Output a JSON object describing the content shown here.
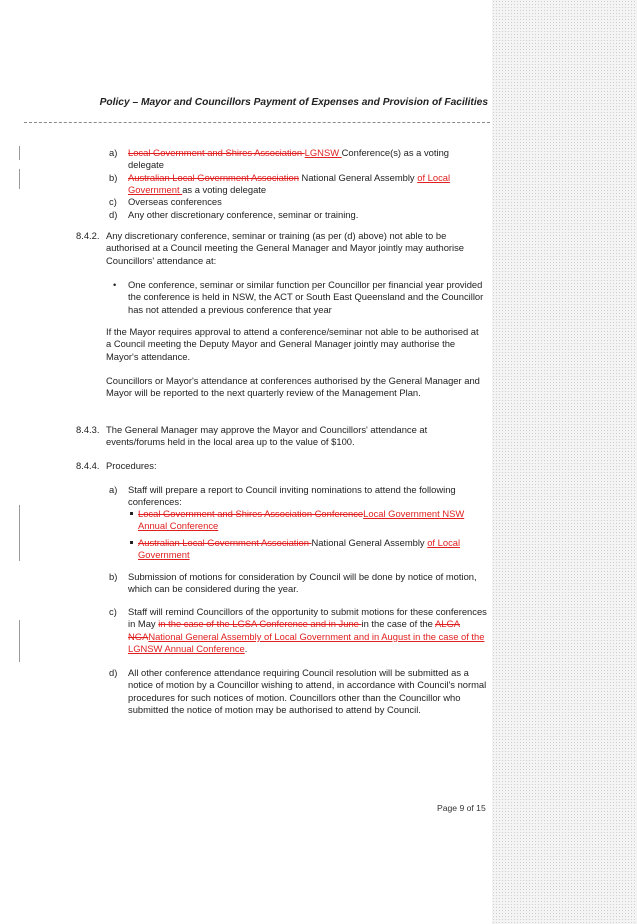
{
  "header": {
    "title": "Policy – Mayor and Councillors Payment of Expenses and Provision of Facilities"
  },
  "list1": {
    "a": {
      "label": "a)",
      "del": "Local Government and Shires Association ",
      "ins": "LGNSW ",
      "text": "Conference(s) as a voting delegate"
    },
    "b": {
      "label": "b)",
      "del": "Australian Local Government Association",
      "text1": " National General Assembly ",
      "ins": "of Local Government ",
      "text2": "as a voting delegate"
    },
    "c": {
      "label": "c)",
      "text": "Overseas conferences"
    },
    "d": {
      "label": "d)",
      "text": "Any other discretionary conference, seminar or training."
    }
  },
  "s842": {
    "num": "8.4.2.",
    "intro": "Any discretionary conference, seminar or training (as per (d) above) not able to be authorised at a Council meeting the General Manager and Mayor jointly may authorise Councillors' attendance at:",
    "bullet": "•",
    "bullet_text": "One conference, seminar or similar function per Councillor per financial year provided the conference is held in NSW, the ACT or South East Queensland and the Councillor has not attended a previous conference that year",
    "p2": "If the Mayor requires approval to attend a conference/seminar not able to be authorised at a Council meeting the Deputy Mayor and General Manager jointly may authorise the Mayor's attendance.",
    "p3": "Councillors or Mayor's attendance at conferences authorised by the General Manager and Mayor will be reported to the next quarterly review of the Management Plan."
  },
  "s843": {
    "num": "8.4.3.",
    "text": "The General Manager may approve the Mayor and Councillors' attendance at events/forums held in the local area up to the value of $100."
  },
  "s844": {
    "num": "8.4.4.",
    "title": "Procedures:",
    "a": {
      "label": "a)",
      "text": "Staff will prepare a report to Council inviting nominations to attend the following conferences:",
      "sub1_del": "Local Government and Shires Association Conference",
      "sub1_ins": "Local Government NSW Annual Conference",
      "sub2_del": "Australian Local Government Association ",
      "sub2_text": "National General Assembly ",
      "sub2_ins": "of Local Government"
    },
    "b": {
      "label": "b)",
      "text": "Submission of motions for consideration by Council will be done by notice of motion, which can be considered during the year."
    },
    "c": {
      "label": "c)",
      "text1": "Staff will remind Councillors of the opportunity to submit motions for these conferences in May ",
      "del1": "in the case of the LGSA Conference and in June ",
      "text2": "in the case of the ",
      "del2": "ALGA NGA",
      "ins": "National General Assembly of Local Government and in August in the case of the LGNSW Annual Conference",
      "text3": "."
    },
    "d": {
      "label": "d)",
      "text": "All other conference attendance requiring Council resolution will be submitted as a notice of motion by a Councillor wishing to attend, in accordance with Council's normal procedures for such notices of motion. Councillors other than the Councillor who submitted the notice of motion may be authorised to attend by Council."
    }
  },
  "footer": {
    "page": "Page 9 of 15"
  }
}
